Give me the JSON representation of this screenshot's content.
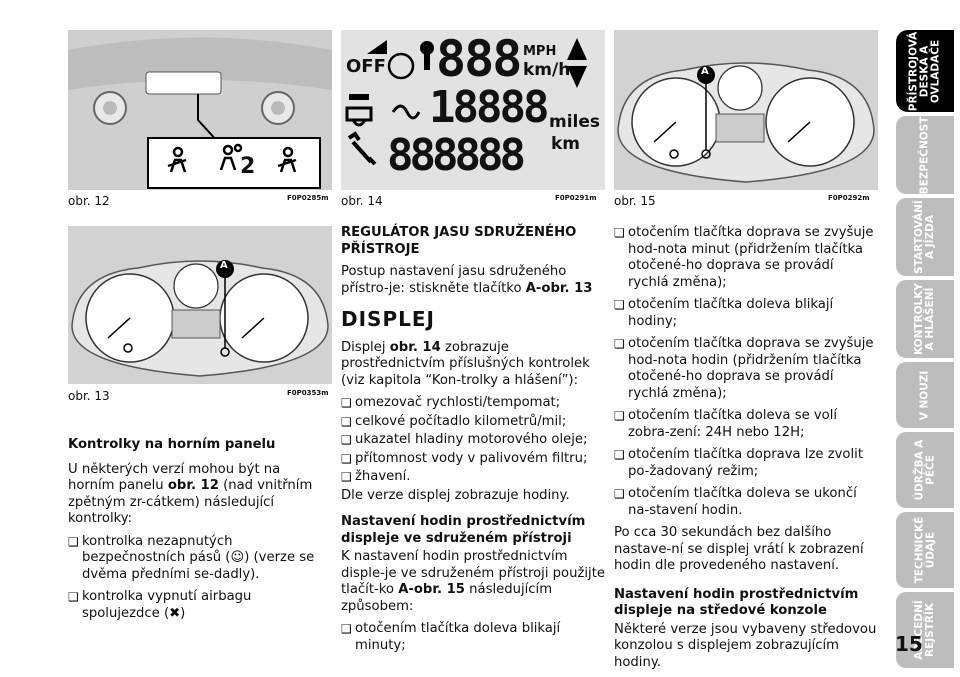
{
  "figures": {
    "fig12": {
      "caption": "obr. 12",
      "code": "F0P0285m"
    },
    "fig13": {
      "caption": "obr. 13",
      "code": "F0P0353m"
    },
    "fig14": {
      "caption": "obr. 14",
      "code": "F0P0291m",
      "off": "OFF",
      "digits_top": "888",
      "unit_mph": "MPH",
      "unit_kmh": "km/h",
      "digits_mid": "18888",
      "unit_miles": "miles",
      "digits_bot": "888888",
      "unit_km": "km"
    },
    "fig15": {
      "caption": "obr. 15",
      "code": "F0P0292m",
      "label_a": "A"
    },
    "fig13_label_a": "A",
    "fig12_badge": "2"
  },
  "col1": {
    "heading": "Kontrolky na horním panelu",
    "intro_pre": "U některých verzí mohou být na horním panelu ",
    "intro_ref": "obr. 12",
    "intro_post": " (nad vnitřním zpětným zr-cátkem) následující kontrolky:",
    "bullet1": "kontrolka nezapnutých bezpečnostních pásů (☺) (verze se dvěma předními se-dadly).",
    "bullet2": "kontrolka vypnutí airbagu spolujezdce (✖)"
  },
  "col2": {
    "h1": "REGULÁTOR JASU SDRUŽENÉHO PŘÍSTROJE",
    "p1_pre": "Postup nastavení jasu sdruženého přístro-je: stiskněte tlačítko ",
    "p1_ref": "A-obr. 13",
    "h2": "DISPLEJ",
    "p2_pre": "Displej ",
    "p2_ref": "obr. 14",
    "p2_post": " zobrazuje prostřednictvím příslušných kontrolek (viz kapitola “Kon-trolky a hlášení”):",
    "items": [
      "omezovač rychlosti/tempomat;",
      "celkové počítadlo kilometrů/mil;",
      "ukazatel hladiny motorového oleje;",
      "přítomnost vody v palivovém filtru;",
      "žhavení."
    ],
    "p3": "Dle verze displej zobrazuje hodiny.",
    "h3": "Nastavení hodin prostřednictvím displeje ve sdruženém přístroji",
    "p4_pre": "K nastavení hodin prostřednictvím disple-je ve sdruženém přístroji použijte tlačít-ko ",
    "p4_ref": "A-obr. 15",
    "p4_post": " následujícím způsobem:",
    "item_last": "otočením tlačítka doleva blikají minuty;"
  },
  "col3": {
    "items": [
      "otočením tlačítka doprava se zvyšuje hod-nota minut (přidržením tlačítka otočené-ho doprava se provádí rychlá změna);",
      "otočením tlačítka doleva blikají hodiny;",
      "otočením tlačítka doprava se zvyšuje hod-nota hodin (přidržením tlačítka otočené-ho doprava se provádí rychlá změna);",
      "otočením tlačítka doleva se volí zobra-zení: 24H nebo 12H;",
      "otočením tlačítka doprava lze zvolit po-žadovaný režim;",
      "otočením tlačítka doleva se ukončí na-stavení hodin."
    ],
    "p1": "Po cca 30 sekundách bez dalšího nastave-ní se displej vrátí k zobrazení hodin dle provedeného nastavení.",
    "h1": "Nastavení hodin prostřednictvím displeje na středové konzole",
    "p2": "Některé verze jsou vybaveny středovou konzolou s displejem zobrazujícím hodiny."
  },
  "sidebar": {
    "tabs": [
      "PŘÍSTROJOVÁ\nDESKA A\nOVLADAČE",
      "BEZPEČNOST",
      "STARTOVÁNÍ\nA JÍZDA",
      "KONTROLKY\nA HLÁŠENÍ",
      "V NOUZI",
      "ÚDRŽBA A\nPÉČE",
      "TECHNICKÉ\nÚDAJE",
      "ABECEDNÍ\nREJSTŘÍK"
    ]
  },
  "page_number": "15"
}
